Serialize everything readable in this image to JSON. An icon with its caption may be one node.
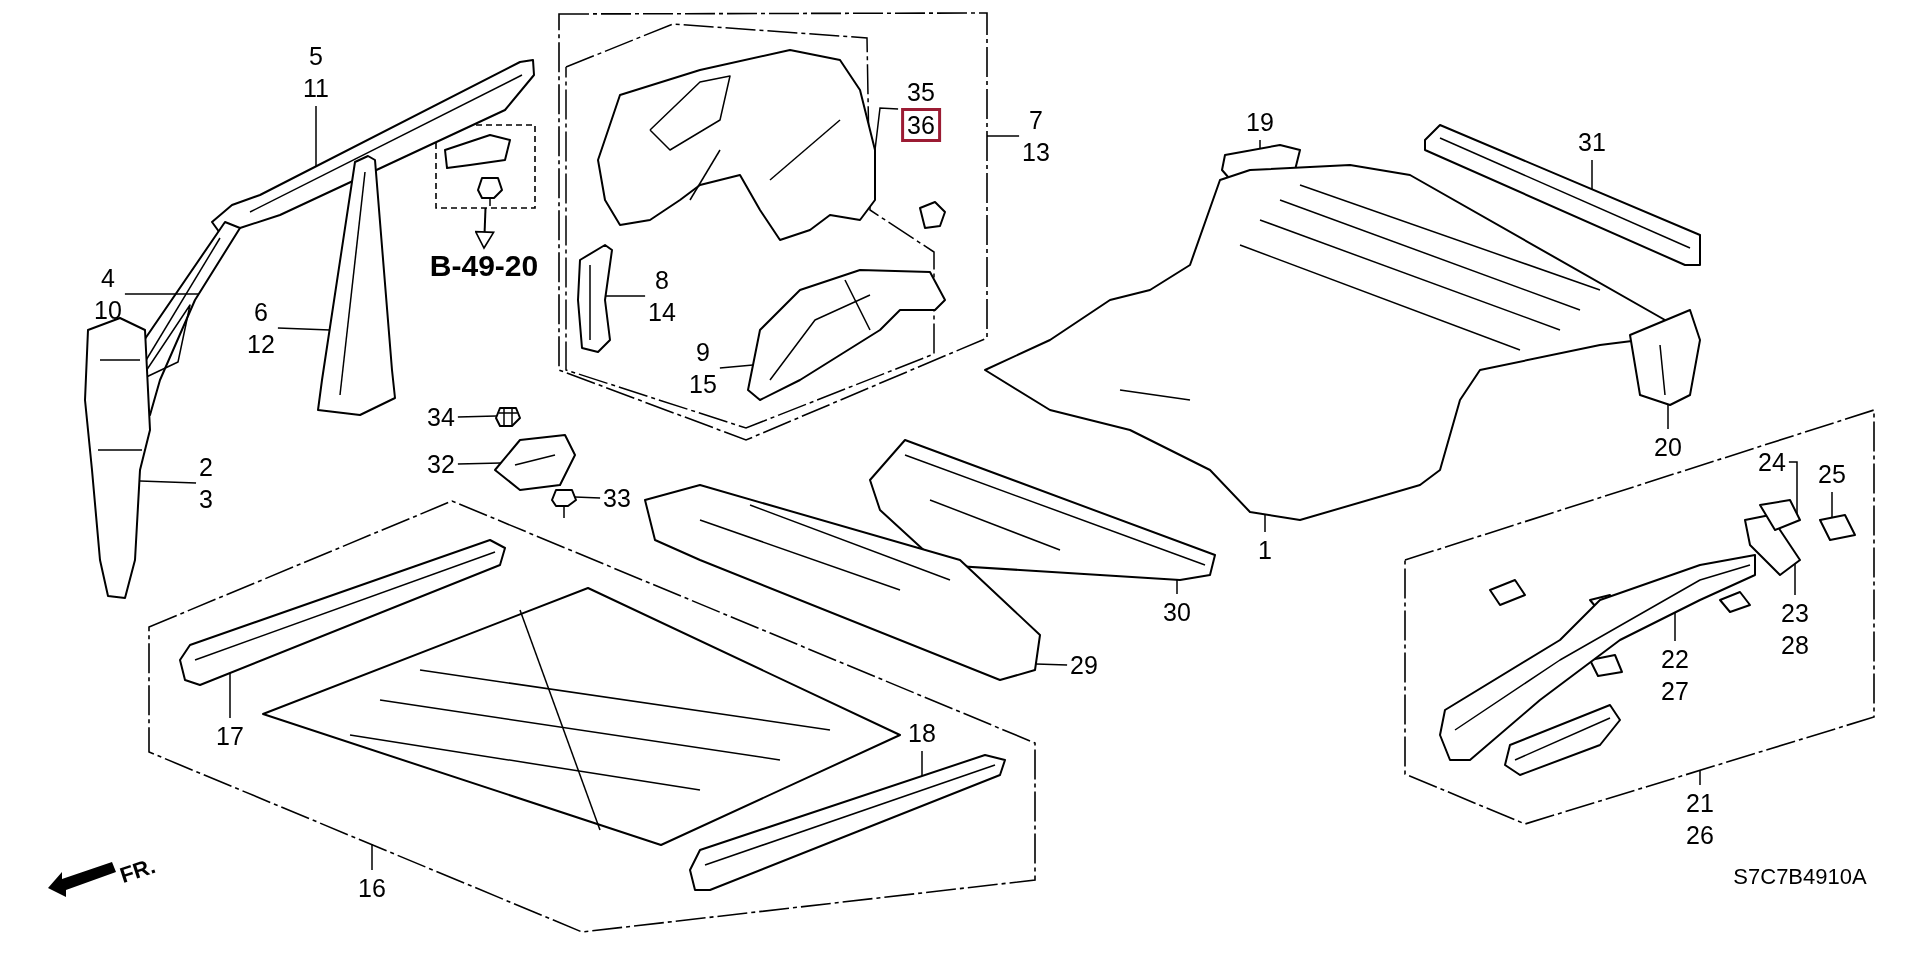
{
  "diagram": {
    "nodes": [
      {
        "text": [
          "5",
          "11"
        ]
      },
      {
        "text": [],
        "shape": "box"
      },
      {
        "text": [
          "B-49-20"
        ]
      },
      {
        "text": [],
        "shape": "box"
      },
      {
        "text": [
          "35",
          "36"
        ],
        "in": 3
      },
      {
        "text": [
          "7",
          "13"
        ]
      },
      {
        "text": [
          "4",
          "10"
        ]
      },
      {
        "text": [
          "8",
          "14"
        ],
        "in": 3
      },
      {
        "text": [
          "6",
          "12"
        ]
      },
      {
        "text": [
          "9",
          "15"
        ],
        "in": 3
      },
      {
        "text": [
          "19"
        ]
      },
      {
        "text": [
          "31"
        ]
      },
      {
        "text": [
          "34"
        ]
      },
      {
        "text": [
          "32"
        ]
      },
      {
        "text": [
          "2",
          "3"
        ]
      },
      {
        "text": [
          "33"
        ]
      },
      {
        "text": [
          "20"
        ]
      },
      {
        "text": [],
        "shape": "box"
      },
      {
        "text": [
          "24"
        ],
        "in": 17
      },
      {
        "text": [
          "25"
        ],
        "in": 17
      },
      {
        "text": [
          "1"
        ]
      },
      {
        "text": [
          "30"
        ]
      },
      {
        "text": [],
        "shape": "box"
      },
      {
        "text": [
          "23",
          "28"
        ],
        "in": 17
      },
      {
        "text": [
          "29"
        ]
      },
      {
        "text": [
          "17"
        ],
        "in": 22
      },
      {
        "text": [
          "22",
          "27"
        ],
        "in": 17
      },
      {
        "text": [
          "18"
        ],
        "in": 22
      },
      {
        "text": [
          "21",
          "26"
        ]
      },
      {
        "text": [
          "16"
        ]
      },
      {
        "text": [],
        "shape": "picture"
      },
      {
        "text": [],
        "shape": "picture"
      },
      {
        "text": [],
        "shape": "picture"
      },
      {
        "text": [],
        "shape": "picture"
      },
      {
        "text": [],
        "shape": "picture",
        "in": 3
      },
      {
        "text": [],
        "shape": "picture",
        "in": 3
      },
      {
        "text": [],
        "shape": "picture",
        "in": 3
      },
      {
        "text": [],
        "shape": "picture"
      },
      {
        "text": [],
        "shape": "picture"
      },
      {
        "text": [],
        "shape": "picture"
      },
      {
        "text": [],
        "shape": "picture"
      },
      {
        "text": [],
        "shape": "picture"
      },
      {
        "text": [],
        "shape": "picture"
      },
      {
        "text": [],
        "shape": "picture"
      },
      {
        "text": [],
        "shape": "picture"
      },
      {
        "text": [],
        "shape": "picture"
      },
      {
        "text": [],
        "shape": "picture",
        "in": 22
      },
      {
        "text": [],
        "shape": "picture",
        "in": 22
      },
      {
        "text": [],
        "shape": "picture",
        "in": 17
      },
      {
        "text": [],
        "shape": "picture",
        "in": 17
      },
      {
        "text": [],
        "shape": "picture",
        "in": 17
      },
      {
        "text": [],
        "shape": "picture",
        "in": 17
      }
    ],
    "edges": [
      {
        "from": 0,
        "to": 30,
        "arrow": "none"
      },
      {
        "from": 1,
        "to": 2,
        "arrow": "to"
      },
      {
        "from": 4,
        "to": 34,
        "arrow": "none"
      },
      {
        "from": 5,
        "to": 3,
        "arrow": "none"
      },
      {
        "from": 6,
        "to": 31,
        "arrow": "none"
      },
      {
        "from": 7,
        "to": 35,
        "arrow": "none"
      },
      {
        "from": 8,
        "to": 32,
        "arrow": "none"
      },
      {
        "from": 9,
        "to": 36,
        "arrow": "none"
      },
      {
        "from": 10,
        "to": 40,
        "arrow": "none"
      },
      {
        "from": 11,
        "to": 41,
        "arrow": "none"
      },
      {
        "from": 12,
        "to": 37,
        "arrow": "none"
      },
      {
        "from": 13,
        "to": 38,
        "arrow": "none"
      },
      {
        "from": 14,
        "to": 33,
        "arrow": "none"
      },
      {
        "from": 15,
        "to": 39,
        "arrow": "none"
      },
      {
        "from": 16,
        "to": 43,
        "arrow": "none"
      },
      {
        "from": 18,
        "to": 50,
        "arrow": "none"
      },
      {
        "from": 19,
        "to": 51,
        "arrow": "none"
      },
      {
        "from": 20,
        "to": 42,
        "arrow": "none"
      },
      {
        "from": 21,
        "to": 44,
        "arrow": "none"
      },
      {
        "from": 23,
        "to": 49,
        "arrow": "none"
      },
      {
        "from": 24,
        "to": 45,
        "arrow": "none"
      },
      {
        "from": 25,
        "to": 46,
        "arrow": "none"
      },
      {
        "from": 26,
        "to": 48,
        "arrow": "none"
      },
      {
        "from": 27,
        "to": 47,
        "arrow": "none"
      },
      {
        "from": 28,
        "to": 17,
        "arrow": "none"
      },
      {
        "from": 29,
        "to": 22,
        "arrow": "none"
      }
    ],
    "labels": [
      "FR.",
      "S7C7B4910A"
    ]
  }
}
